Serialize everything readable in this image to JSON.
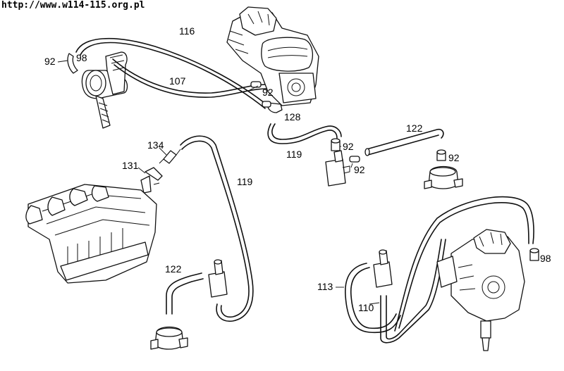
{
  "header": {
    "url": "http://www.w114-115.org.pl"
  },
  "callouts": {
    "c116": "116",
    "c92_topleft": "92",
    "c98_topleft": "98",
    "c107": "107",
    "c92_center": "92",
    "c128": "128",
    "c119_upper": "119",
    "c92_mid_a": "92",
    "c92_mid_b": "92",
    "c122_right": "122",
    "c92_right": "92",
    "c134": "134",
    "c131": "131",
    "c119_lower": "119",
    "c122_left": "122",
    "c113": "113",
    "c110": "110",
    "c98_right": "98"
  }
}
